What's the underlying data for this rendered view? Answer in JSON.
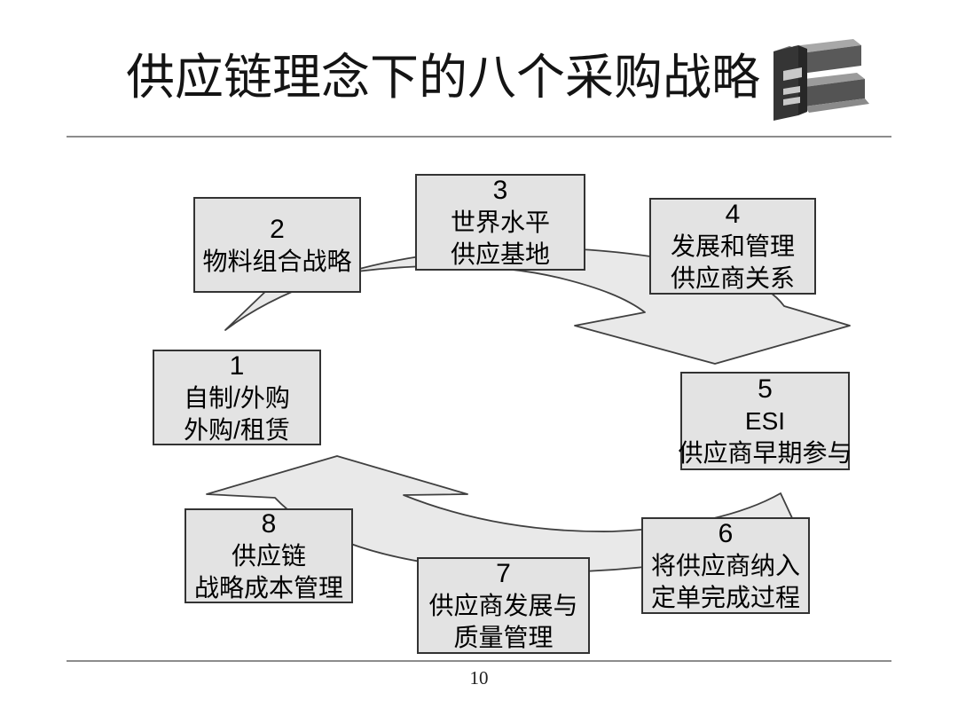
{
  "slide": {
    "title": "供应链理念下的八个采购战略",
    "page_number": "10"
  },
  "diagram": {
    "type": "cycle",
    "boxes": [
      {
        "number": "1",
        "lines": [
          "自制/外购",
          "外购/租赁"
        ]
      },
      {
        "number": "2",
        "lines": [
          "物料组合战略"
        ]
      },
      {
        "number": "3",
        "lines": [
          "世界水平",
          "供应基地"
        ]
      },
      {
        "number": "4",
        "lines": [
          "发展和管理",
          "供应商关系"
        ]
      },
      {
        "number": "5",
        "lines": [
          "ESI",
          "供应商早期参与"
        ]
      },
      {
        "number": "6",
        "lines": [
          "将供应商纳入",
          "定单完成过程"
        ]
      },
      {
        "number": "7",
        "lines": [
          "供应商发展与",
          "质量管理"
        ]
      },
      {
        "number": "8",
        "lines": [
          "供应链",
          "战略成本管理"
        ]
      }
    ],
    "arrows": [
      {
        "name": "top-cycle-arrow",
        "direction": "left-to-right",
        "points_to": "5"
      },
      {
        "name": "bottom-cycle-arrow",
        "direction": "right-to-left",
        "points_to": "1"
      }
    ]
  },
  "icons": {
    "logo": "3d-blocks-logo"
  },
  "colors": {
    "background": "#ffffff",
    "box_fill": "#e3e3e3",
    "box_border": "#333333",
    "arrow_fill": "#e9e9e9",
    "arrow_outline": "#404040",
    "rule": "#8c8c8c",
    "text": "#000000"
  }
}
